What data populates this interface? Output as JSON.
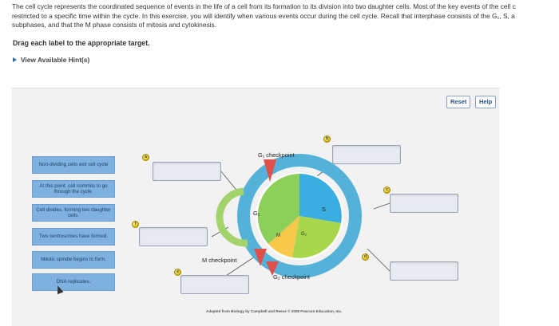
{
  "intro": {
    "line1": "The cell cycle represents the coordinated sequence of events in the life of a cell from its formation to its division into two daughter cells. Most of the key events of the cell c",
    "line2": "restricted to a specific time within the cycle. In this exercise, you will identify when various events occur during the cell cycle. Recall that interphase consists of the G₁, S, a",
    "line3": "subphases, and that the M phase consists of mitosis and cytokinesis."
  },
  "instruction": "Drag each label to the appropriate target.",
  "hints_label": "View Available Hint(s)",
  "buttons": {
    "reset": "Reset",
    "help": "Help"
  },
  "labels": [
    "Non-dividing cells exit cell cycle",
    "At this point, cell commits to go through the cycle.",
    "Cell divides, forming two daughter cells.",
    "Two centrosomes have formed.",
    "Mitotic spindle begins to form.",
    "DNA replicates."
  ],
  "markers": {
    "a": "a",
    "b": "b",
    "c": "c",
    "d": "d",
    "e": "e",
    "f": "f"
  },
  "diagram": {
    "g1_checkpoint": "G₁ checkpoint",
    "m_checkpoint": "M checkpoint",
    "g2_checkpoint": "G₂ checkpoint",
    "g1": "G₁",
    "s": "S",
    "g2": "G₂",
    "m": "M"
  },
  "colors": {
    "g1": "#8ccf5a",
    "s": "#3aaee0",
    "g2": "#a8d74e",
    "m": "#f7c94a",
    "outer_ring": "#54b2d8",
    "g0_ring": "#a3d46b",
    "checkpoint": "#e0504a",
    "label_tile": "#7fb1e0"
  },
  "credit": "Adapted from Biology by Campbell and Reece © 2008 Pearson Education, Inc."
}
